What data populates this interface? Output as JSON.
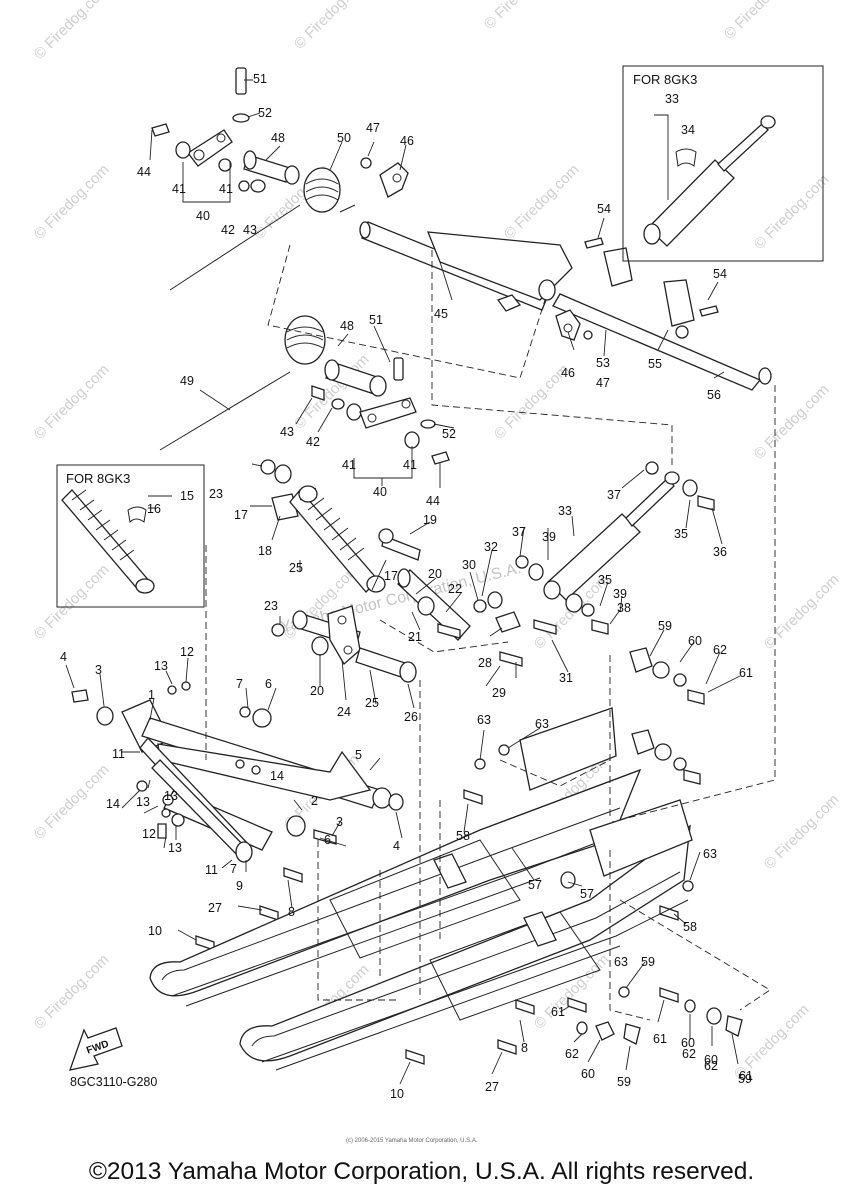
{
  "watermark": "© Firedog.com",
  "center_watermark": "Yamaha Motor Corporation, U.S.A.",
  "inset_top": {
    "title": "FOR 8GK3",
    "labels": [
      "33",
      "34"
    ]
  },
  "inset_left": {
    "title": "FOR 8GK3",
    "labels": [
      "15",
      "16"
    ]
  },
  "diagram_code": "8GC3110-G280",
  "fwd_label": "FWD",
  "tiny_notice": "(c) 2006-2015 Yamaha Motor Corporation, U.S.A.",
  "copyright": "©2013 Yamaha Motor Corporation, U.S.A. All rights reserved.",
  "callouts": [
    "51",
    "52",
    "44",
    "41",
    "40",
    "41",
    "42",
    "43",
    "48",
    "50",
    "47",
    "46",
    "54",
    "54",
    "45",
    "46",
    "47",
    "53",
    "55",
    "56",
    "48",
    "51",
    "49",
    "43",
    "42",
    "41",
    "40",
    "41",
    "44",
    "52",
    "23",
    "17",
    "18",
    "19",
    "25",
    "17",
    "37",
    "33",
    "35",
    "36",
    "37",
    "39",
    "32",
    "30",
    "22",
    "20",
    "21",
    "23",
    "20",
    "24",
    "25",
    "26",
    "35",
    "39",
    "38",
    "28",
    "29",
    "31",
    "59",
    "60",
    "62",
    "61",
    "4",
    "3",
    "13",
    "12",
    "7",
    "6",
    "1",
    "11",
    "14",
    "13",
    "5",
    "2",
    "14",
    "13",
    "12",
    "13",
    "3",
    "6",
    "4",
    "7",
    "11",
    "9",
    "63",
    "63",
    "58",
    "57",
    "57",
    "63",
    "58",
    "59",
    "60",
    "62",
    "61",
    "27",
    "8",
    "10",
    "8",
    "27",
    "10",
    "61",
    "62",
    "60",
    "59",
    "61",
    "62",
    "60",
    "59",
    "63"
  ]
}
